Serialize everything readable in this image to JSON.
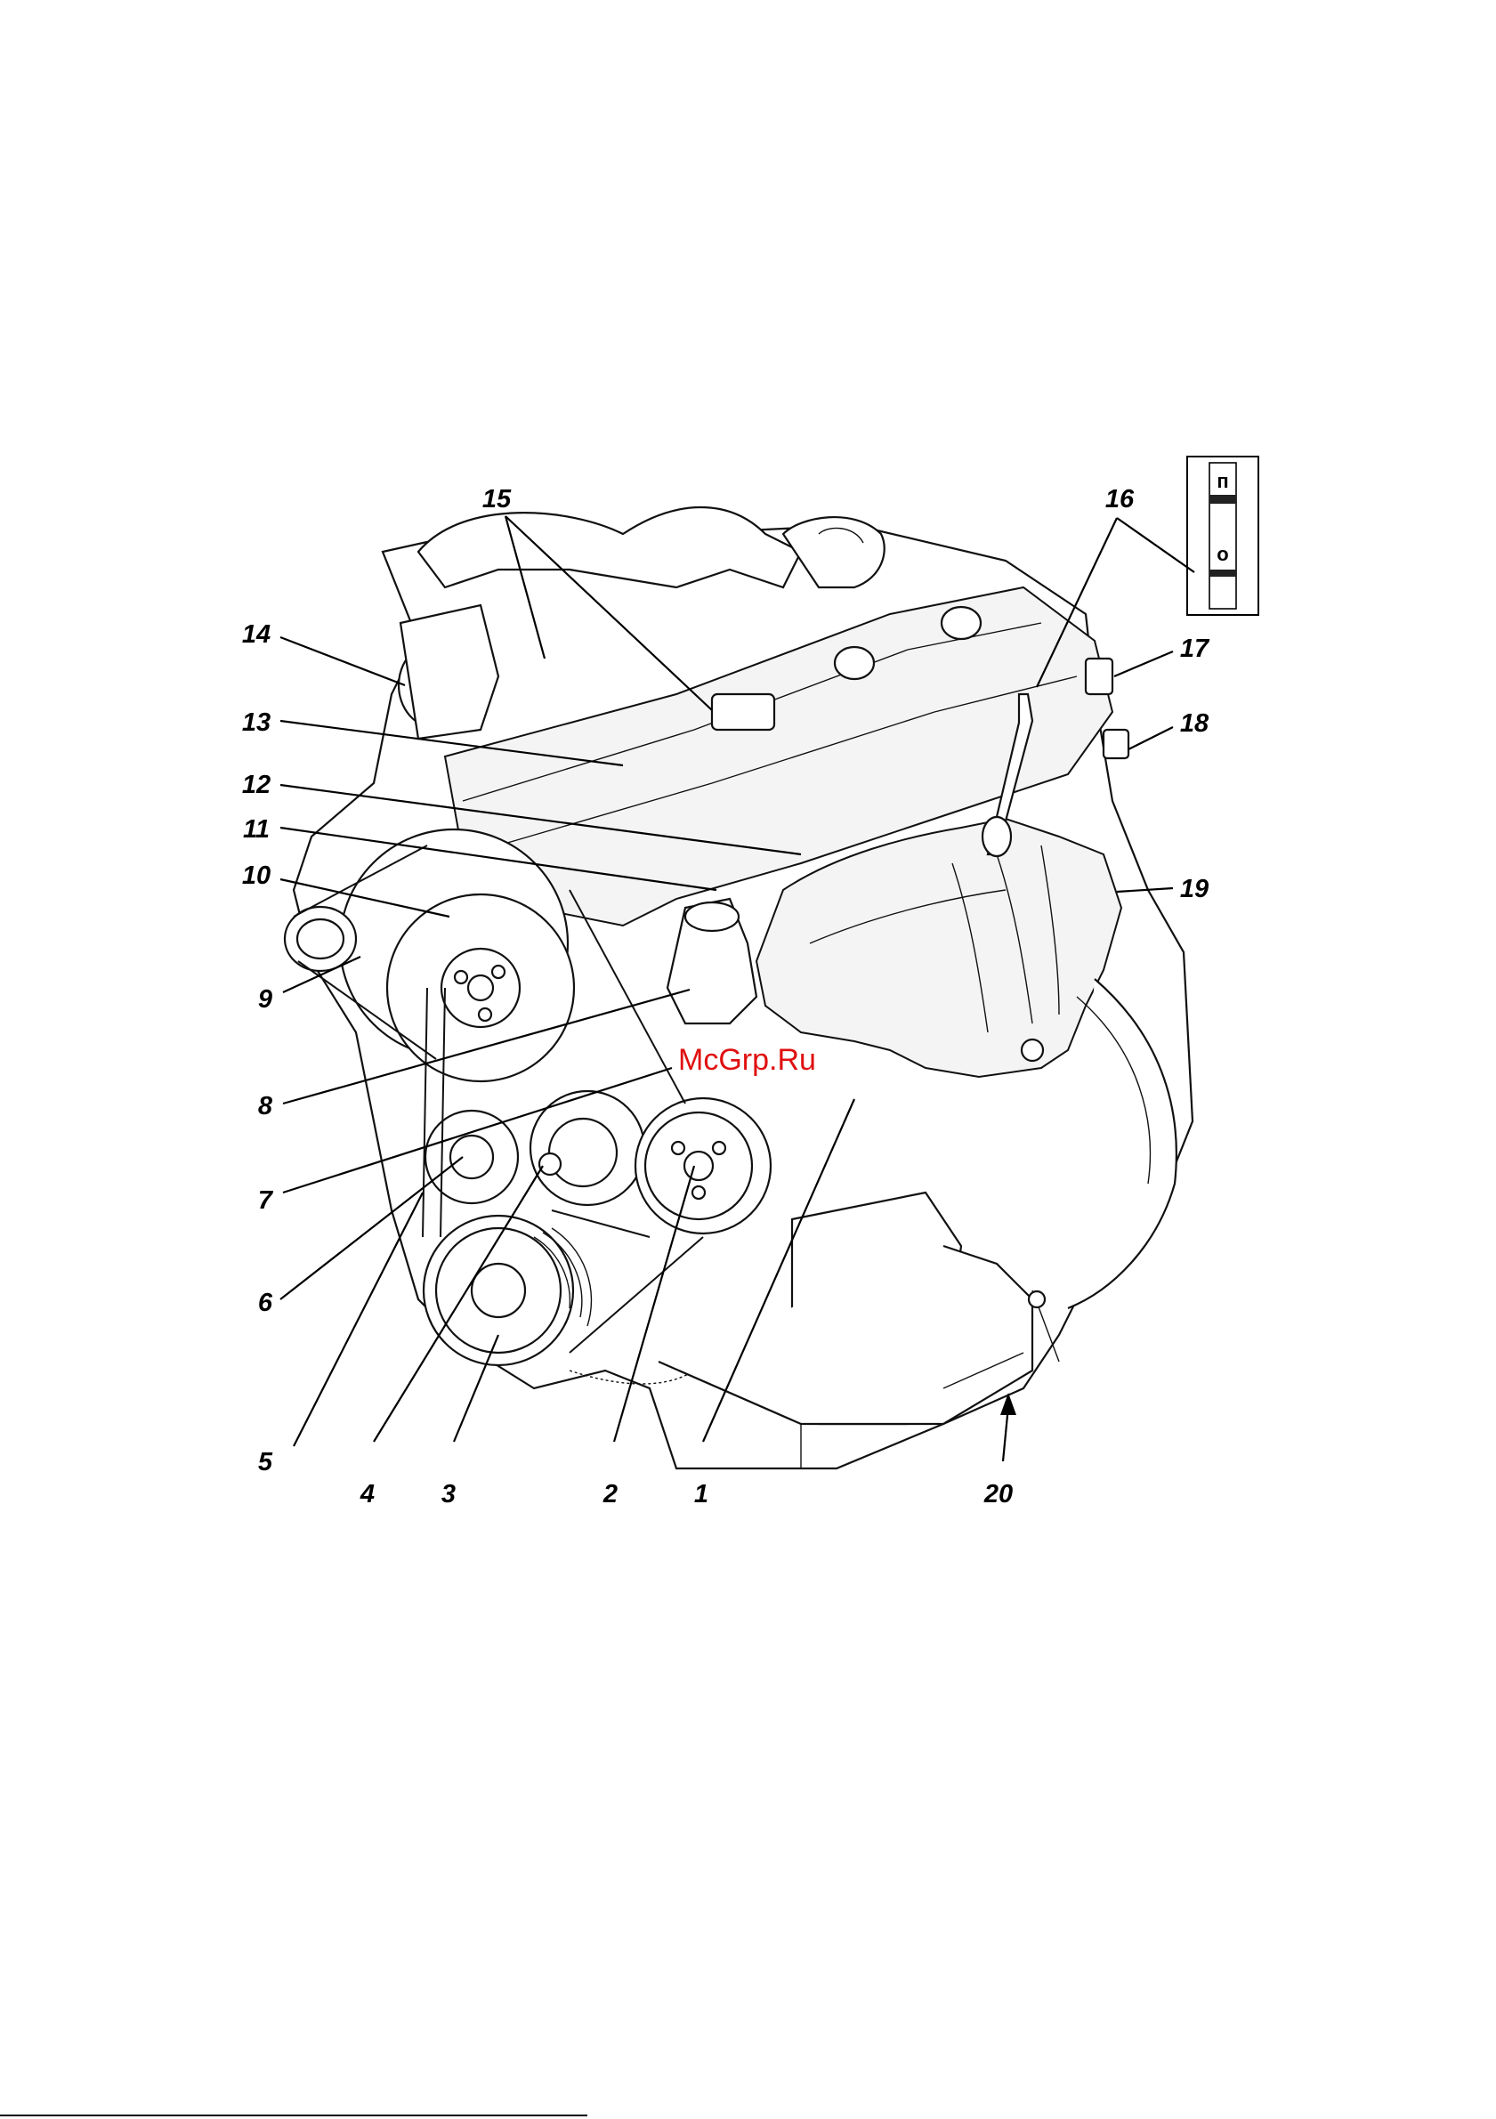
{
  "callouts": [
    "1",
    "2",
    "3",
    "4",
    "5",
    "6",
    "7",
    "8",
    "9",
    "10",
    "11",
    "12",
    "13",
    "14",
    "15",
    "16",
    "17",
    "18",
    "19",
    "20"
  ],
  "orientation_box": {
    "top_letter": "п",
    "bottom_letter": "о"
  },
  "watermark": "McGrp.Ru"
}
